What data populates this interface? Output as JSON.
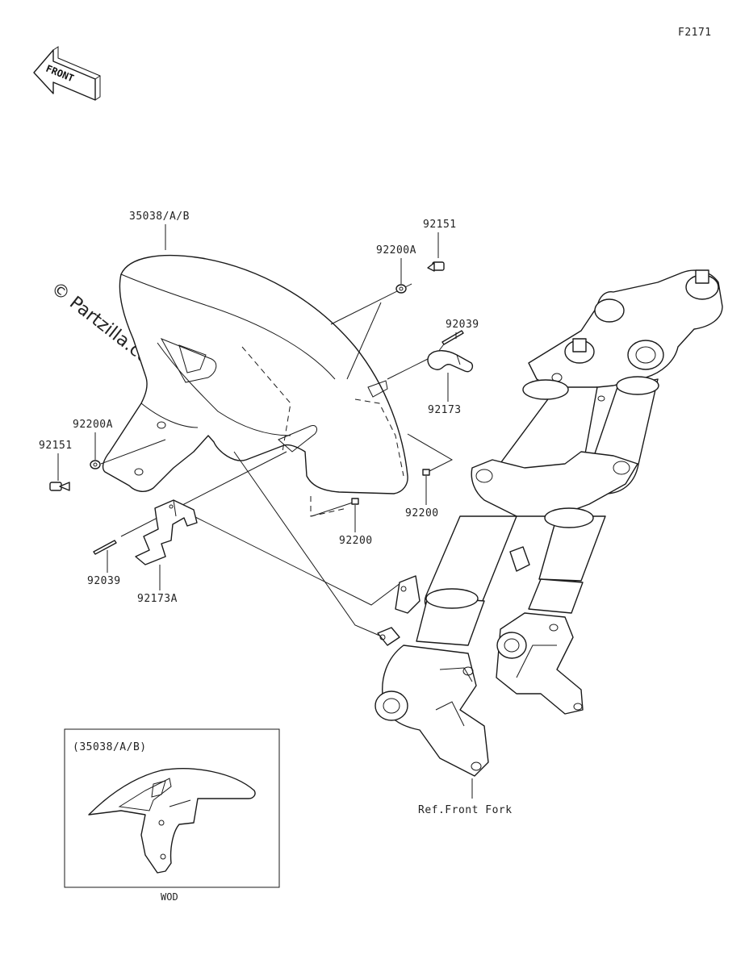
{
  "figure_code": "F2171",
  "front_arrow_label": "FRONT",
  "watermark": "© Partzilla.com",
  "parts": {
    "fender": "35038/A/B",
    "screw_right": "92151",
    "washer_right": "92200A",
    "pin_right": "92039",
    "clamp_right": "92173",
    "washer_left": "92200A",
    "screw_left": "92151",
    "nut_center": "92200",
    "nut_right": "92200",
    "pin_left": "92039",
    "clamp_left": "92173A"
  },
  "reference_label": "Ref.Front Fork",
  "inset": {
    "title": "(35038/A/B)",
    "caption": "WOD"
  }
}
